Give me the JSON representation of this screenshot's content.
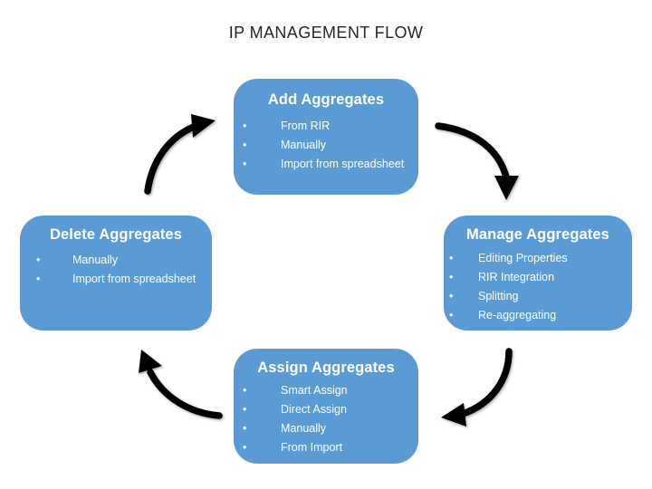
{
  "title": "IP MANAGEMENT FLOW",
  "theme": {
    "box_fill": "#5B9BD5",
    "box_text": "#FFFFFF",
    "arrow_color": "#000000",
    "background": "#FFFFFF",
    "title_color": "#262626"
  },
  "nodes": {
    "add": {
      "heading": "Add Aggregates",
      "items": [
        "From RIR",
        "Manually",
        "Import from spreadsheet"
      ],
      "bullet": "•"
    },
    "manage": {
      "heading": "Manage Aggregates",
      "items": [
        "Editing Properties",
        "RIR Integration",
        "Splitting",
        "Re-aggregating"
      ],
      "bullet": "•"
    },
    "assign": {
      "heading": "Assign Aggregates",
      "items": [
        "Smart Assign",
        "Direct Assign",
        "Manually",
        "From Import"
      ],
      "bullet": "•"
    },
    "delete": {
      "heading": "Delete Aggregates",
      "items": [
        "Manually",
        "Import from spreadsheet"
      ],
      "bullet": "•"
    }
  },
  "arrows": [
    {
      "name": "add-to-manage",
      "from": "add",
      "to": "manage"
    },
    {
      "name": "manage-to-assign",
      "from": "manage",
      "to": "assign"
    },
    {
      "name": "assign-to-delete",
      "from": "assign",
      "to": "delete"
    },
    {
      "name": "delete-to-add",
      "from": "delete",
      "to": "add"
    }
  ]
}
